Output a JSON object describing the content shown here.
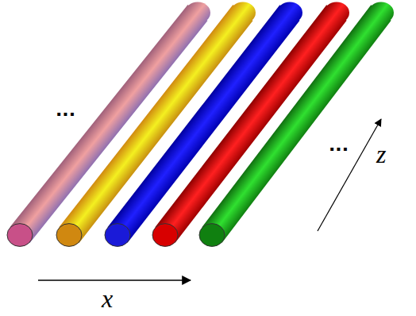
{
  "diagram": {
    "labels": [
      "...",
      "...",
      "x",
      "z"
    ]
  }
}
